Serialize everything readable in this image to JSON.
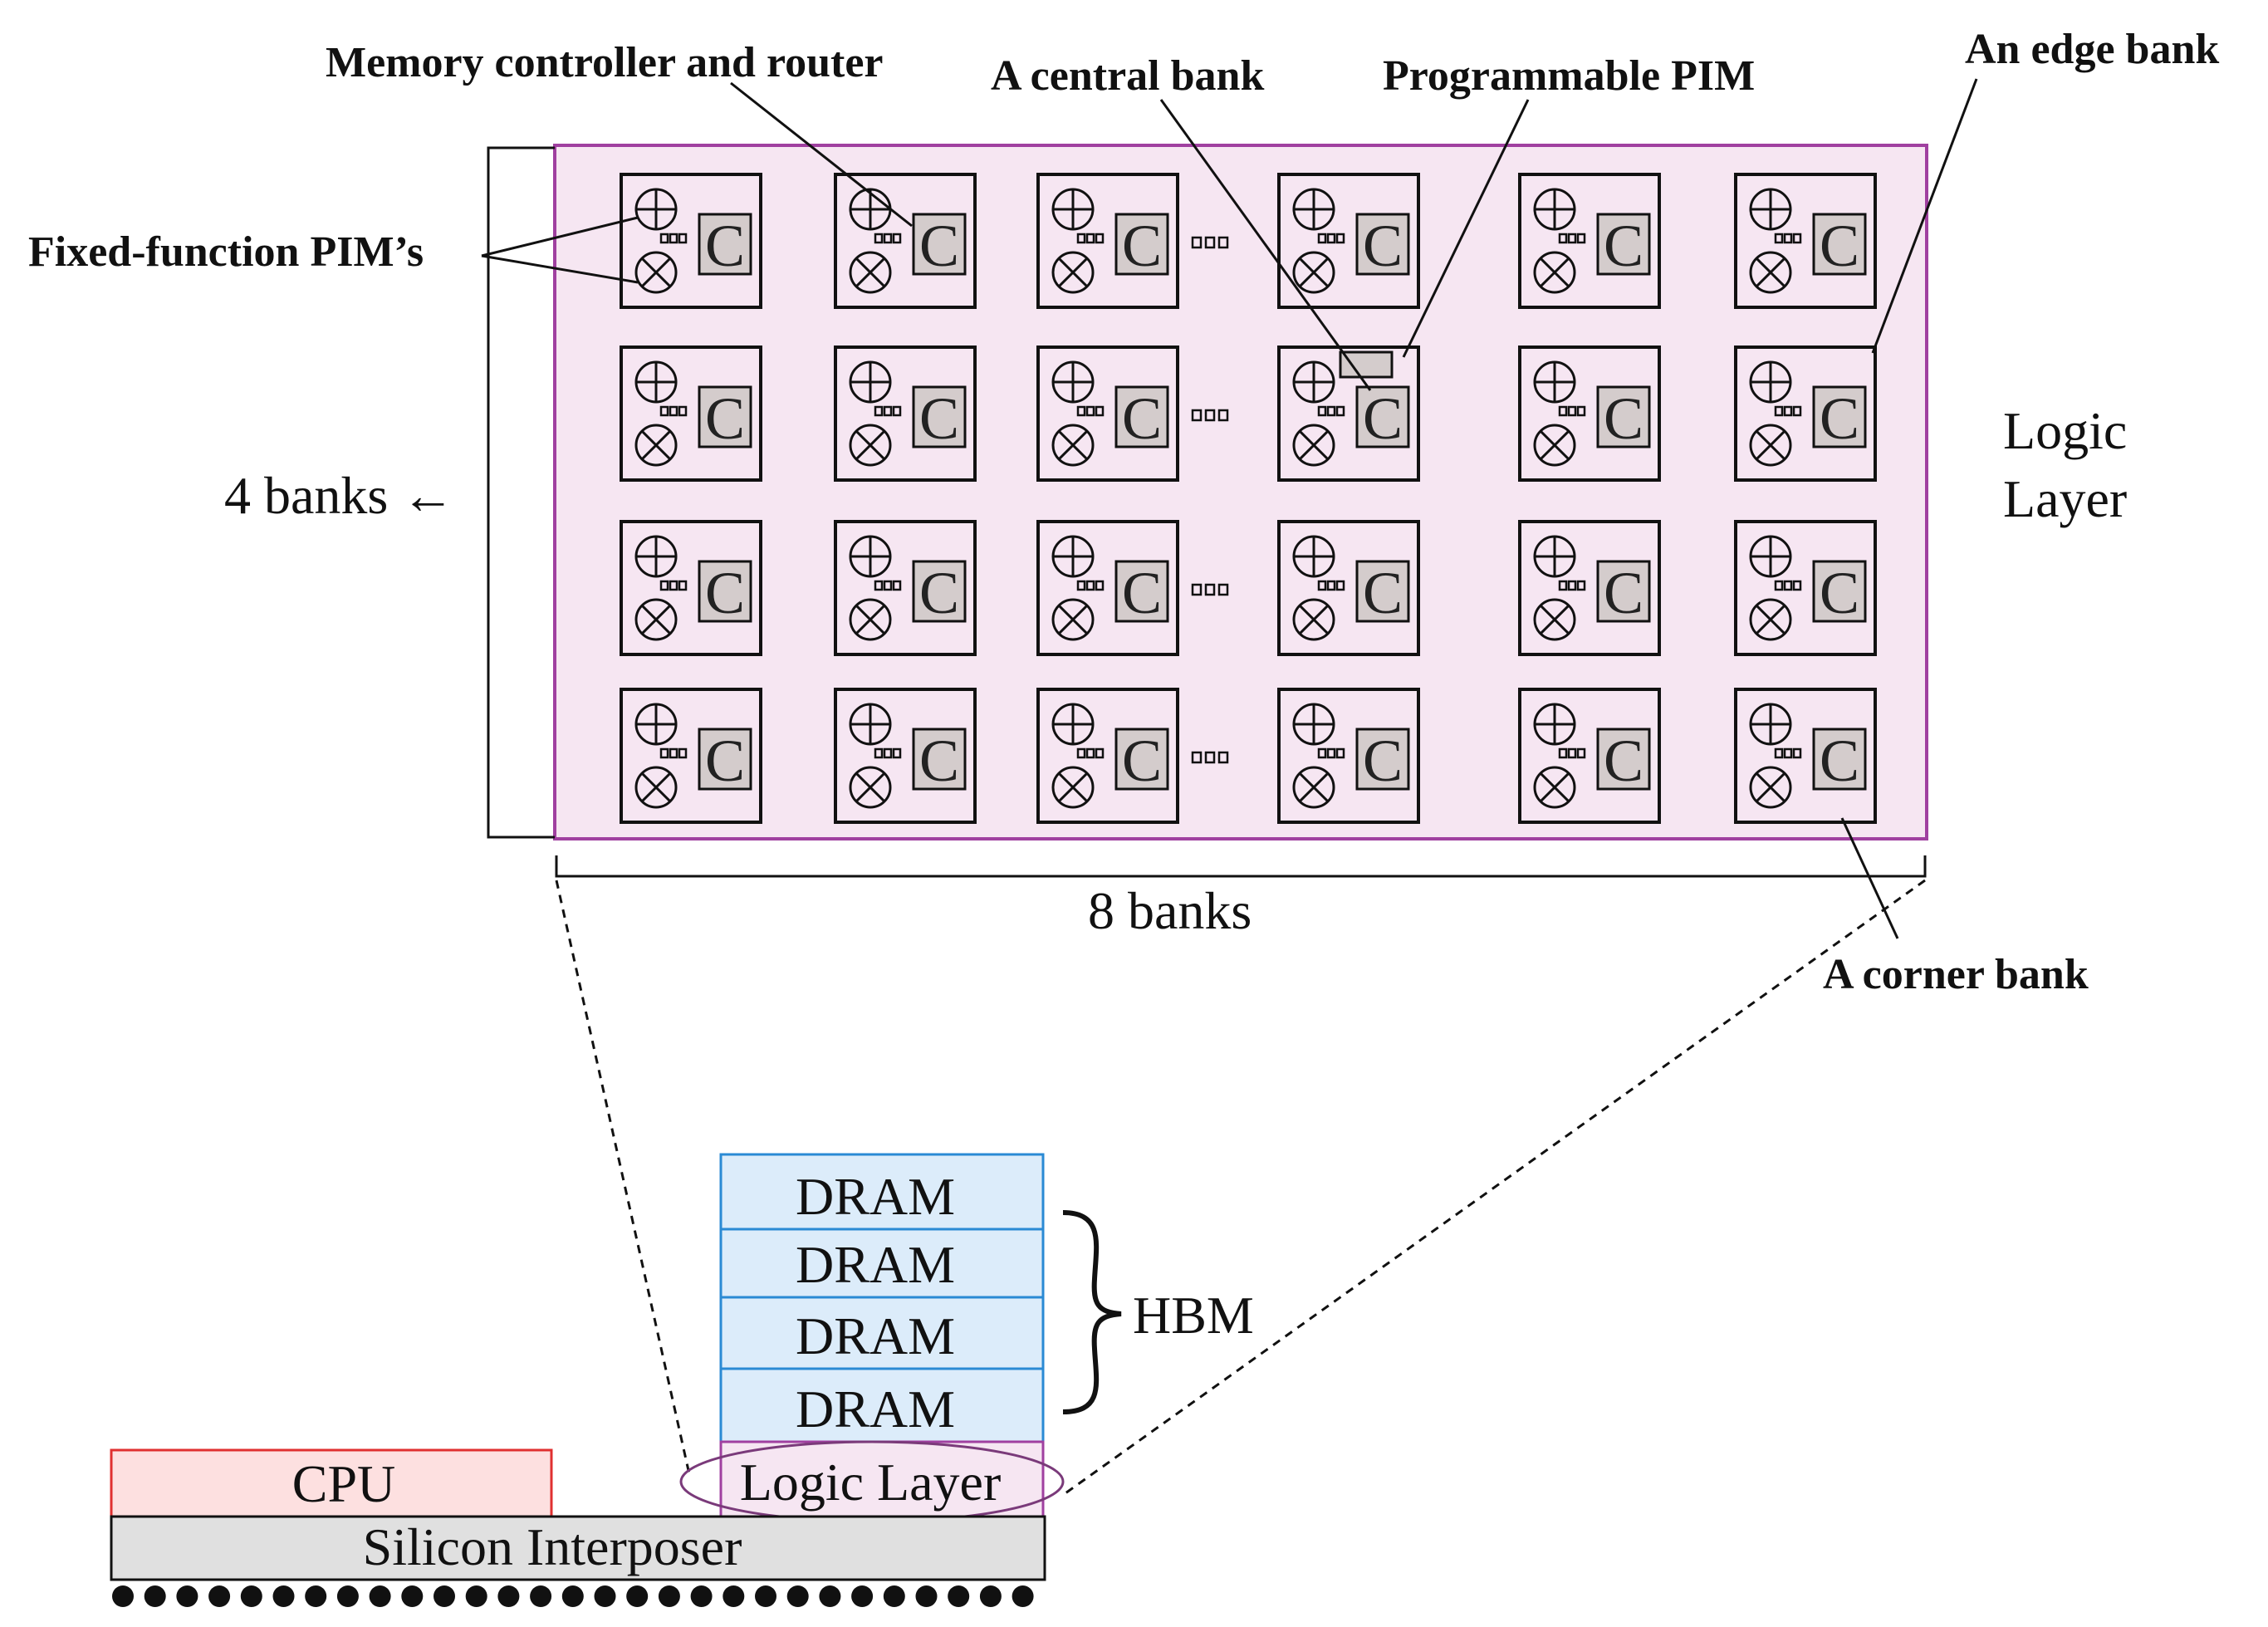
{
  "labels": {
    "memory_controller": "Memory controller and router",
    "central_bank": "A central bank",
    "programmable_pim": "Programmable PIM",
    "edge_bank": "An edge bank",
    "fixed_function": "Fixed-function PIM’s",
    "four_banks": "4 banks ←",
    "eight_banks": "8 banks",
    "logic_layer_side_1": "Logic",
    "logic_layer_side_2": "Layer",
    "corner_bank": "A corner bank",
    "hbm": "HBM"
  },
  "bank": {
    "controller_letter": "C",
    "ellipsis": "▫▫▫"
  },
  "stack": {
    "dram_layers": [
      "DRAM",
      "DRAM",
      "DRAM",
      "DRAM"
    ],
    "logic_layer": "Logic Layer",
    "cpu": "CPU",
    "interposer": "Silicon Interposer"
  },
  "grid": {
    "rows": 4,
    "cols_shown": 6,
    "banks_total_cols": 8,
    "banks_total_rows": 4
  },
  "colors": {
    "logic_bg": "#f6e6f2",
    "logic_border": "#a040a0",
    "controller_fill": "#d4cccc",
    "dram_fill": "#dcecfa",
    "dram_border": "#2a8ad4",
    "cpu_fill": "#fde0e0",
    "cpu_border": "#e03030",
    "interposer_fill": "#e0e0e0"
  }
}
